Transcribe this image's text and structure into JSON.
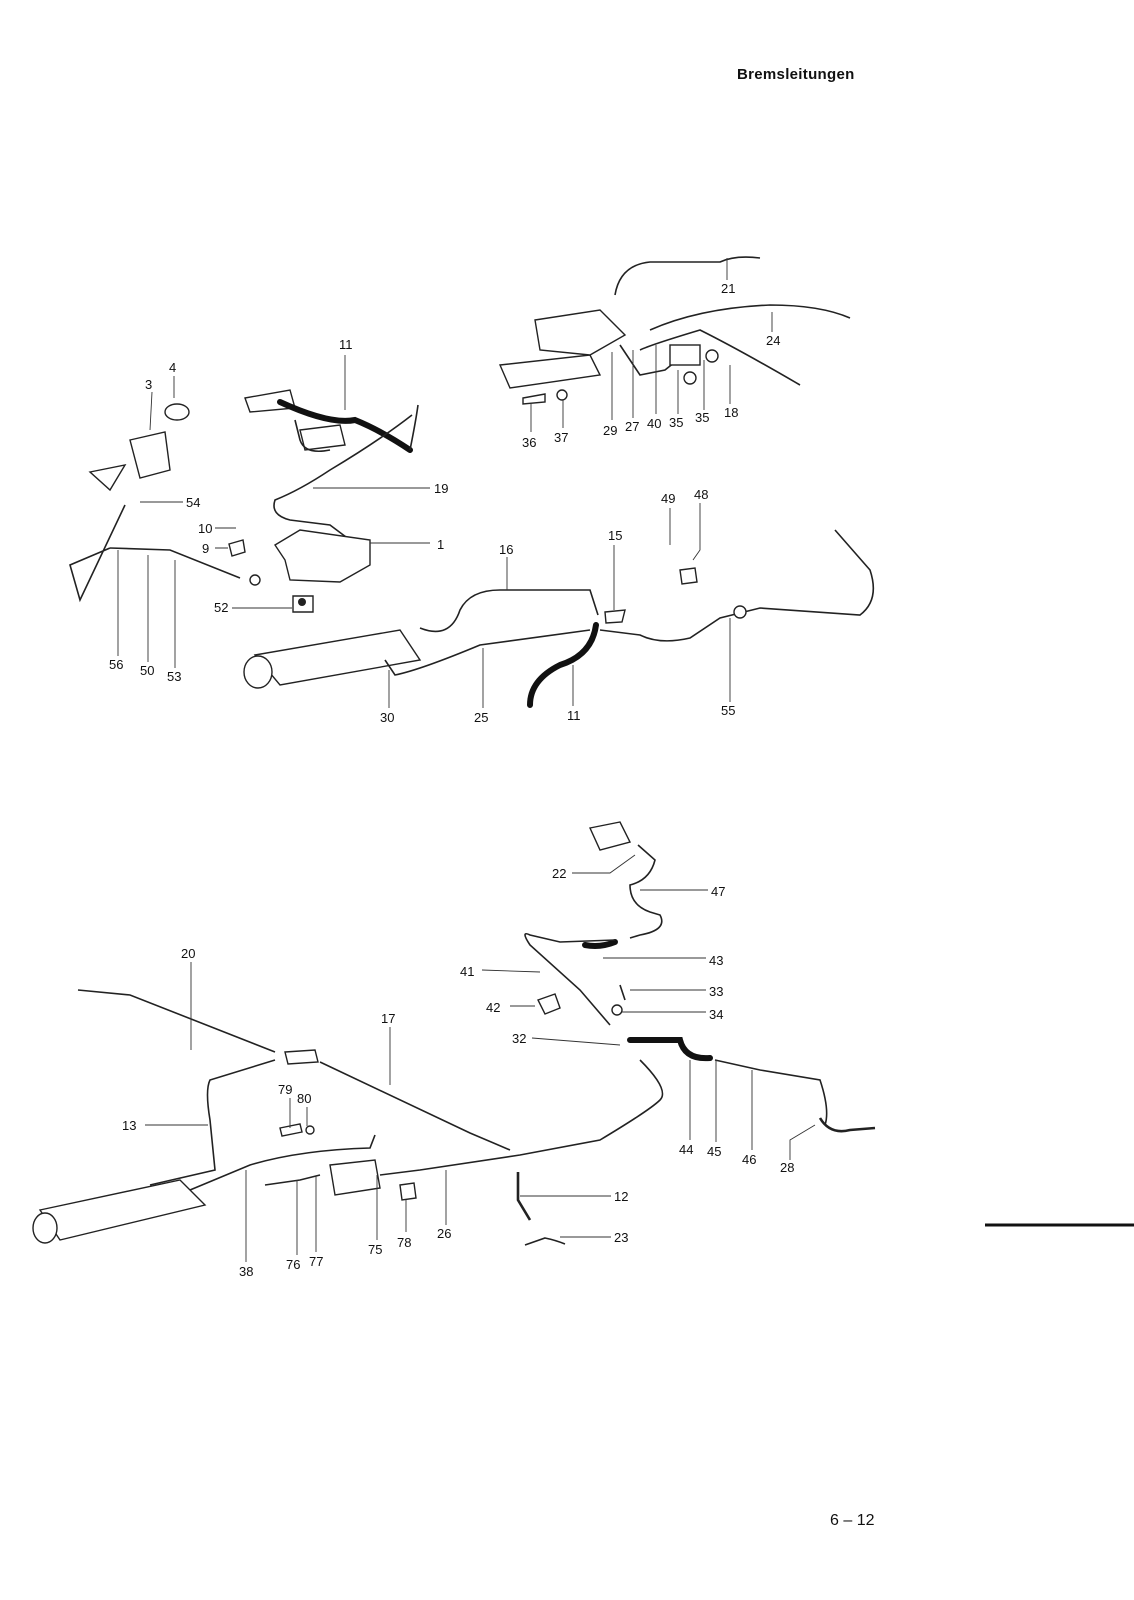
{
  "header": {
    "title": "Bremsleitungen"
  },
  "footer": {
    "page_number": "6 – 12"
  },
  "upper_diagram": {
    "part_labels": [
      "21",
      "24",
      "11",
      "4",
      "3",
      "18",
      "29",
      "27",
      "40",
      "35",
      "35",
      "36",
      "37",
      "19",
      "54",
      "49",
      "48",
      "10",
      "9",
      "1",
      "16",
      "15",
      "52",
      "56",
      "50",
      "53",
      "30",
      "25",
      "11",
      "55"
    ]
  },
  "lower_diagram": {
    "part_labels": [
      "22",
      "47",
      "20",
      "41",
      "43",
      "33",
      "42",
      "34",
      "17",
      "32",
      "79",
      "80",
      "13",
      "44",
      "45",
      "46",
      "28",
      "12",
      "26",
      "23",
      "75",
      "78",
      "76",
      "77",
      "38"
    ]
  }
}
